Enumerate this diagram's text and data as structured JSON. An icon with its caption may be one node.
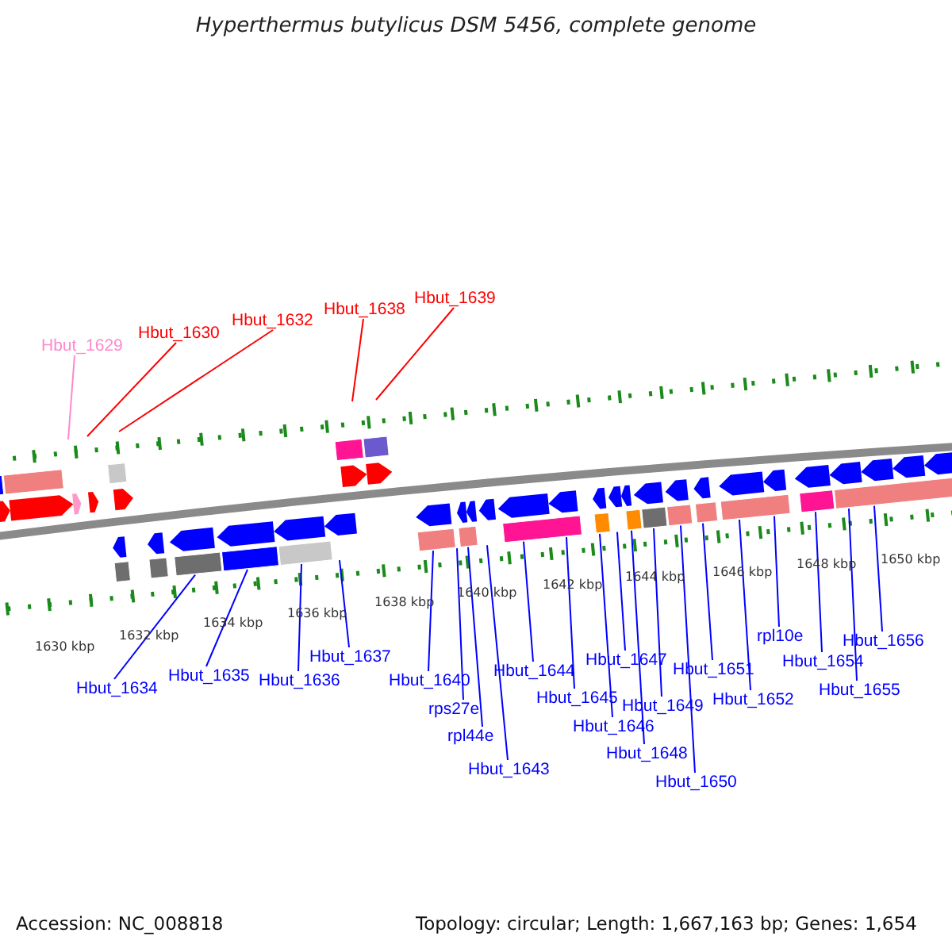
{
  "diagram": {
    "title": "Hyperthermus butylicus DSM 5456, complete genome",
    "nodes": [
      {
        "text": [
          "Hbut_1629"
        ]
      },
      {
        "text": [
          "Hbut_1630"
        ]
      },
      {
        "text": [
          "Hbut_1632"
        ]
      },
      {
        "text": [
          "Hbut_1638"
        ]
      },
      {
        "text": [
          "Hbut_1639"
        ]
      },
      {
        "text": [
          "Hbut_1634"
        ]
      },
      {
        "text": [
          "Hbut_1635"
        ]
      },
      {
        "text": [
          "Hbut_1636"
        ]
      },
      {
        "text": [
          "Hbut_1637"
        ]
      },
      {
        "text": [
          "Hbut_1640"
        ]
      },
      {
        "text": [
          "rps27e"
        ]
      },
      {
        "text": [
          "rpl44e"
        ]
      },
      {
        "text": [
          "Hbut_1643"
        ]
      },
      {
        "text": [
          "Hbut_1644"
        ]
      },
      {
        "text": [
          "Hbut_1645"
        ]
      },
      {
        "text": [
          "Hbut_1646"
        ]
      },
      {
        "text": [
          "Hbut_1647"
        ]
      },
      {
        "text": [
          "Hbut_1648"
        ]
      },
      {
        "text": [
          "Hbut_1649"
        ]
      },
      {
        "text": [
          "Hbut_1650"
        ]
      },
      {
        "text": [
          "Hbut_1651"
        ]
      },
      {
        "text": [
          "Hbut_1652"
        ]
      },
      {
        "text": [
          "rpl10e"
        ]
      },
      {
        "text": [
          "Hbut_1654"
        ]
      },
      {
        "text": [
          "Hbut_1655"
        ]
      },
      {
        "text": [
          "Hbut_1656"
        ]
      }
    ],
    "edges": [
      {
        "from": 0,
        "to": null,
        "arrow": "none",
        "color": "#ff88cc"
      },
      {
        "from": 1,
        "to": null,
        "arrow": "none",
        "color": "#ff0000"
      },
      {
        "from": 2,
        "to": null,
        "arrow": "none",
        "color": "#ff0000"
      },
      {
        "from": 3,
        "to": null,
        "arrow": "none",
        "color": "#ff0000"
      },
      {
        "from": 4,
        "to": null,
        "arrow": "none",
        "color": "#ff0000"
      },
      {
        "from": 5,
        "to": null,
        "arrow": "none"
      },
      {
        "from": 6,
        "to": null,
        "arrow": "none"
      },
      {
        "from": 7,
        "to": null,
        "arrow": "none"
      },
      {
        "from": 8,
        "to": null,
        "arrow": "none"
      },
      {
        "from": 9,
        "to": null,
        "arrow": "none"
      },
      {
        "from": 10,
        "to": null,
        "arrow": "none"
      },
      {
        "from": 11,
        "to": null,
        "arrow": "none"
      },
      {
        "from": 12,
        "to": null,
        "arrow": "none"
      },
      {
        "from": 13,
        "to": null,
        "arrow": "none"
      },
      {
        "from": 14,
        "to": null,
        "arrow": "none"
      },
      {
        "from": 15,
        "to": null,
        "arrow": "none"
      },
      {
        "from": 16,
        "to": null,
        "arrow": "none"
      },
      {
        "from": 17,
        "to": null,
        "arrow": "none"
      },
      {
        "from": 18,
        "to": null,
        "arrow": "none"
      },
      {
        "from": 19,
        "to": null,
        "arrow": "none"
      },
      {
        "from": 20,
        "to": null,
        "arrow": "none"
      },
      {
        "from": 21,
        "to": null,
        "arrow": "none"
      },
      {
        "from": 22,
        "to": null,
        "arrow": "none"
      },
      {
        "from": 23,
        "to": null,
        "arrow": "none"
      },
      {
        "from": 24,
        "to": null,
        "arrow": "none"
      },
      {
        "from": 25,
        "to": null,
        "arrow": "none"
      }
    ],
    "labels": [
      "1630 kbp",
      "1632 kbp",
      "1634 kbp",
      "1636 kbp",
      "1638 kbp",
      "1640 kbp",
      "1642 kbp",
      "1644 kbp",
      "1646 kbp",
      "1648 kbp",
      "1650 kbp",
      "Accession: NC_008818",
      "Topology: circular; Length: 1,667,163 bp; Genes: 1,654"
    ]
  }
}
